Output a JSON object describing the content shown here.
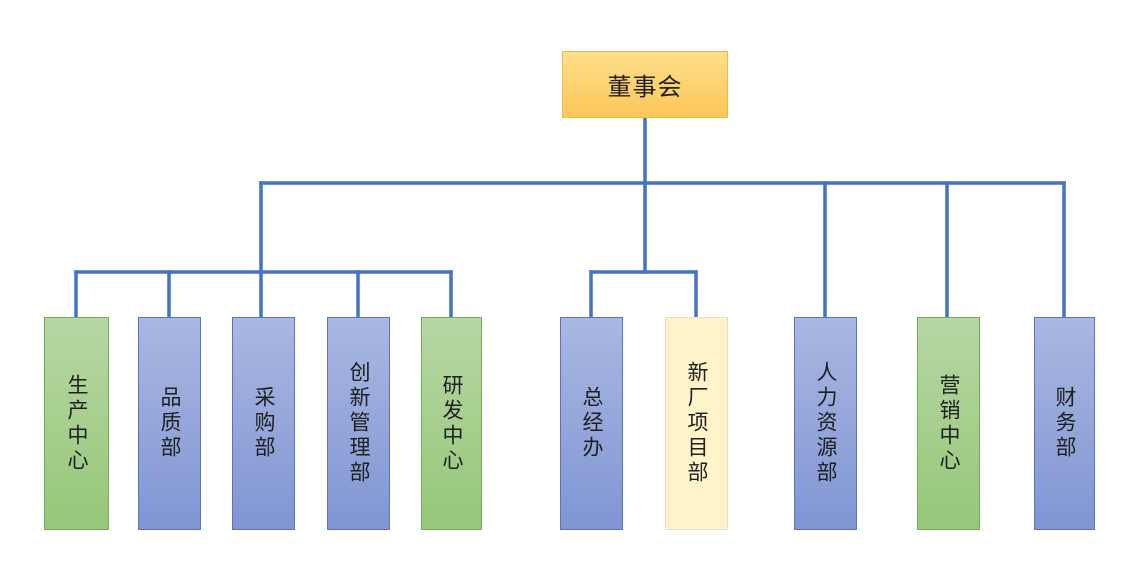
{
  "org_chart": {
    "root": {
      "label": "董事会"
    },
    "departments": [
      {
        "id": "production",
        "label": "生产中心",
        "style": "green"
      },
      {
        "id": "quality",
        "label": "品质部",
        "style": "blue"
      },
      {
        "id": "purchasing",
        "label": "采购部",
        "style": "blue"
      },
      {
        "id": "innovation",
        "label": "创新管理部",
        "style": "blue"
      },
      {
        "id": "rnd",
        "label": "研发中心",
        "style": "green"
      },
      {
        "id": "gm-office",
        "label": "总经办",
        "style": "blue"
      },
      {
        "id": "new-factory",
        "label": "新厂项目部",
        "style": "cream"
      },
      {
        "id": "hr",
        "label": "人力资源部",
        "style": "blue"
      },
      {
        "id": "marketing",
        "label": "营销中心",
        "style": "green"
      },
      {
        "id": "finance",
        "label": "财务部",
        "style": "blue"
      }
    ],
    "colors": {
      "connector": "#4472c4",
      "root_fill": "#fcc65a",
      "blue_fill": "#8ea9db",
      "green_fill": "#a9d18e",
      "cream_fill": "#fff2cc"
    }
  }
}
